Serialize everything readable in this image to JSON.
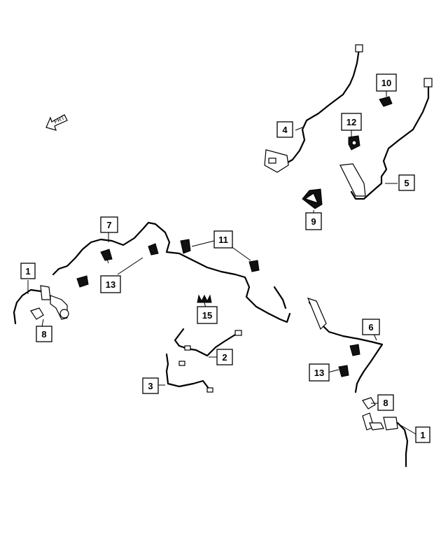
{
  "direction_label": "FRT",
  "callouts": [
    {
      "id": "c1-left",
      "label": "1"
    },
    {
      "id": "c1-right",
      "label": "1"
    },
    {
      "id": "c2",
      "label": "2"
    },
    {
      "id": "c3",
      "label": "3"
    },
    {
      "id": "c4",
      "label": "4"
    },
    {
      "id": "c5",
      "label": "5"
    },
    {
      "id": "c6",
      "label": "6"
    },
    {
      "id": "c7",
      "label": "7"
    },
    {
      "id": "c8-left",
      "label": "8"
    },
    {
      "id": "c8-right",
      "label": "8"
    },
    {
      "id": "c9",
      "label": "9"
    },
    {
      "id": "c10",
      "label": "10"
    },
    {
      "id": "c11",
      "label": "11"
    },
    {
      "id": "c12",
      "label": "12"
    },
    {
      "id": "c13-left",
      "label": "13"
    },
    {
      "id": "c13-right",
      "label": "13"
    },
    {
      "id": "c15",
      "label": "15"
    }
  ]
}
